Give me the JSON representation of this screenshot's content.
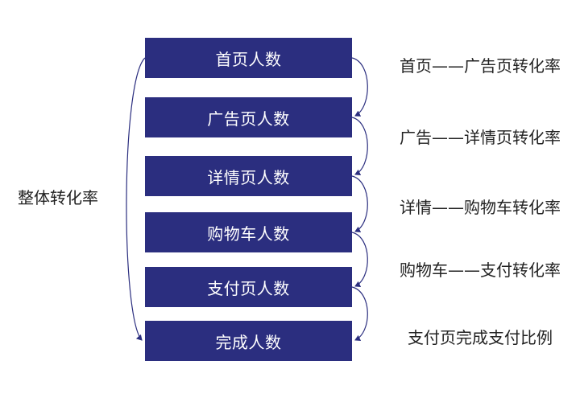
{
  "colors": {
    "box_fill": "#2b2e7f",
    "box_text": "#ffffff",
    "label_text": "#222222",
    "connector": "#2b2e7f"
  },
  "steps": [
    {
      "label": "首页人数"
    },
    {
      "label": "广告页人数"
    },
    {
      "label": "详情页人数"
    },
    {
      "label": "购物车人数"
    },
    {
      "label": "支付页人数"
    },
    {
      "label": "完成人数"
    }
  ],
  "rates": [
    {
      "label": "首页——广告页转化率"
    },
    {
      "label": "广告——详情页转化率"
    },
    {
      "label": "详情——购物车转化率"
    },
    {
      "label": "购物车——支付转化率"
    },
    {
      "label": "支付页完成支付比例"
    }
  ],
  "overall": {
    "label": "整体转化率"
  }
}
